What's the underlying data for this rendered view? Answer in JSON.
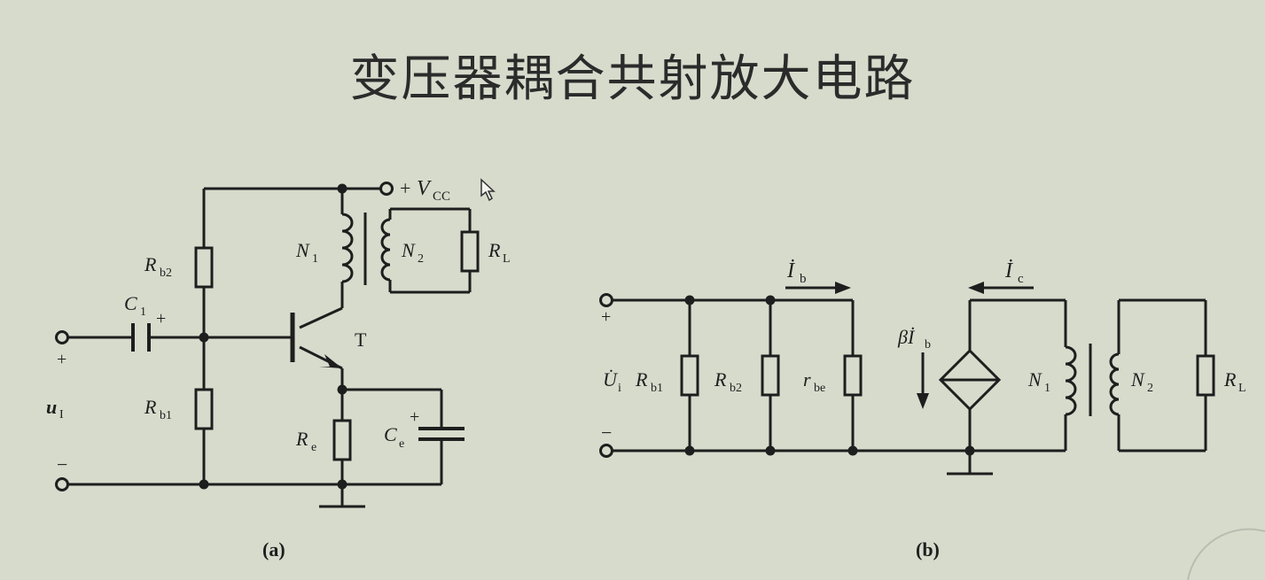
{
  "slide": {
    "title": "变压器耦合共射放大电路",
    "background_color": "#d7dbcc",
    "ink_color": "#1e1e1e"
  },
  "diagram_a": {
    "caption": "(a)",
    "labels": {
      "vcc_plus": "+",
      "vcc_main": "V",
      "vcc_sub": "CC",
      "rb2_main": "R",
      "rb2_sub": "b2",
      "c1_main": "C",
      "c1_sub": "1",
      "c1_plus": "+",
      "n1_main": "N",
      "n1_sub": "1",
      "n2_main": "N",
      "n2_sub": "2",
      "rl_main": "R",
      "rl_sub": "L",
      "transistor": "T",
      "input_plus": "+",
      "ui_main": "u",
      "ui_sub": "I",
      "rb1_main": "R",
      "rb1_sub": "b1",
      "re_main": "R",
      "re_sub": "e",
      "ce_main": "C",
      "ce_sub": "e",
      "ce_plus": "+",
      "input_minus": "−"
    }
  },
  "diagram_b": {
    "caption": "(b)",
    "labels": {
      "ib_main": "İ",
      "ib_sub": "b",
      "ic_main": "İ",
      "ic_sub": "c",
      "plus": "+",
      "ui_main": "U̇",
      "ui_sub": "i",
      "rb1_main": "R",
      "rb1_sub": "b1",
      "rb2_main": "R",
      "rb2_sub": "b2",
      "rbe_main": "r",
      "rbe_sub": "be",
      "beta_main": "βİ",
      "beta_sub": "b",
      "n1_main": "N",
      "n1_sub": "1",
      "n2_main": "N",
      "n2_sub": "2",
      "rl_main": "R",
      "rl_sub": "L",
      "minus": "−"
    }
  }
}
